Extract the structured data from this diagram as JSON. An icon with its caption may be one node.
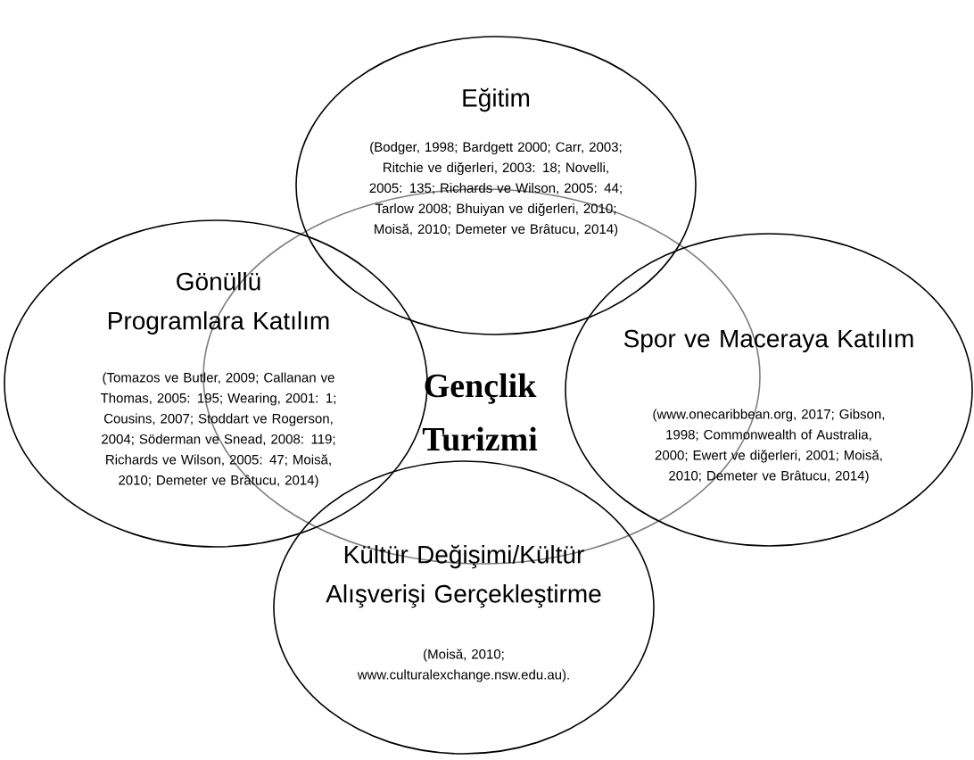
{
  "diagram": {
    "nodes": [
      {
        "text": [
          "Gençlik Turizmi"
        ]
      },
      {
        "text": [
          "Eğitim",
          "(Bodger, 1998; Bardgett 2000; Carr, 2003; Ritchie ve diğerleri, 2003: 18; Novelli, 2005: 135; Richards ve Wilson, 2005: 44; Tarlow 2008; Bhuiyan ve diğerleri, 2010; Moisă, 2010; Demeter ve Brâtucu, 2014)"
        ]
      },
      {
        "text": [
          "Gönüllü Programlara Katılım",
          "(Tomazos ve Butler, 2009; Callanan ve Thomas, 2005: 195; Wearing, 2001: 1; Cousins, 2007; Stoddart ve Rogerson, 2004; Söderman ve Snead, 2008: 119; Richards ve Wilson, 2005: 47; Moisă, 2010; Demeter ve Brâtucu, 2014)"
        ]
      },
      {
        "text": [
          "Spor ve Maceraya Katılım",
          "(www.onecaribbean.org, 2017; Gibson, 1998; Commonwealth of Australia, 2000; Ewert ve diğerleri, 2001; Moisă, 2010; Demeter ve Brâtucu, 2014)"
        ]
      },
      {
        "text": [
          "Kültür Değişimi/Kültür Alışverişi Gerçekleştirme",
          "(Moisă, 2010; www.culturalexchange.nsw.edu.au)."
        ]
      }
    ],
    "edges": []
  }
}
